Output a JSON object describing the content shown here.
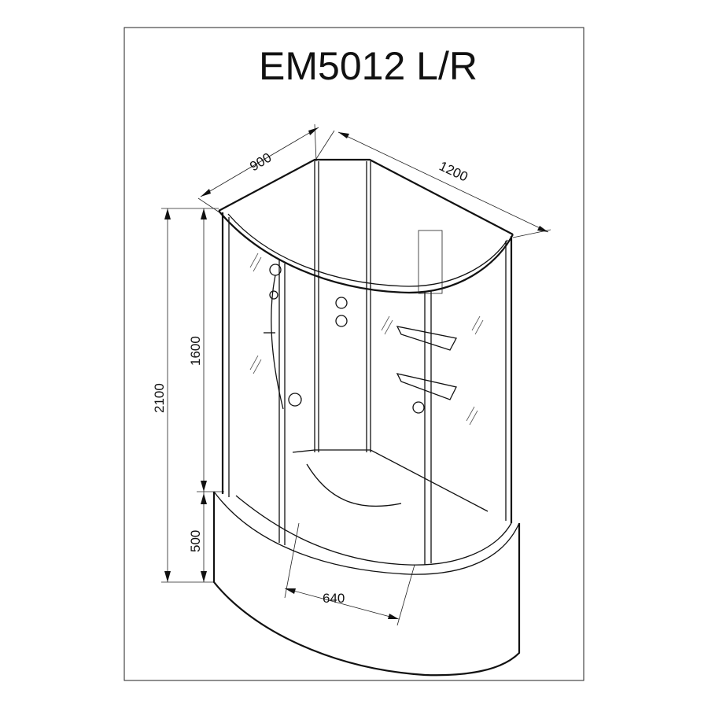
{
  "title": "EM5012 L/R",
  "dimensions": {
    "depth": "900",
    "width": "1200",
    "cabin_height": "1600",
    "total_height": "2100",
    "tray_height": "500",
    "door_opening": "640"
  }
}
